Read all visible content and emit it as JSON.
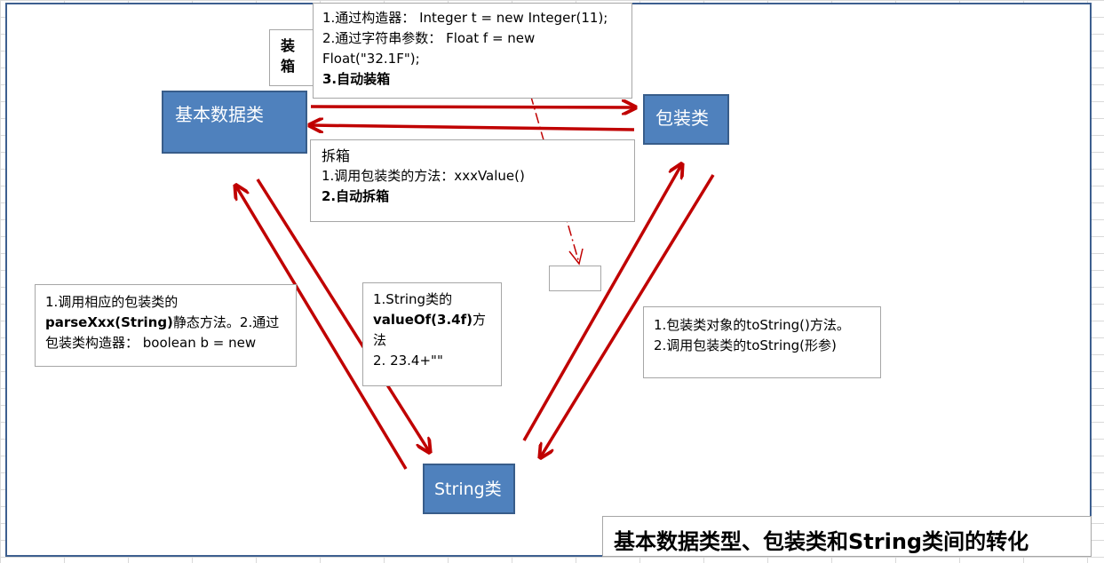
{
  "diagram": {
    "nodes": {
      "primitive": "基本数据类",
      "wrapper": "包装类",
      "string": "String类"
    },
    "boxing": {
      "label": "装箱",
      "label_chars": [
        "装",
        "箱"
      ],
      "lines": [
        "1.通过构造器：  Integer t = new Integer(11);",
        "2.通过字符串参数：  Float f = new",
        "Float(\"32.1F\");",
        "3.自动装箱"
      ]
    },
    "unboxing": {
      "lines": [
        "拆箱",
        "1.调用包装类的方法：xxxValue()",
        "2.自动拆箱"
      ]
    },
    "string_to_primitive": {
      "line1": "1.调用相应的包装类的",
      "line2_bold": "parseXxx(String)",
      "line2_rest": "静态方法。2.通过",
      "line3": "包装类构造器：  boolean b = new"
    },
    "primitive_to_string": {
      "line1": "1.String类的",
      "line2_bold": "valueOf(3.4f)",
      "line2_rest": "方",
      "line3": "法",
      "line4": "2. 23.4+\"\""
    },
    "wrapper_to_string": {
      "lines": [
        "1.包装类对象的toString()方法。",
        "2.调用包装类的toString(形参)"
      ]
    },
    "title": "基本数据类型、包装类和String类间的转化"
  },
  "colors": {
    "arrow": "#c00000",
    "node_fill": "#4f81bd",
    "node_border": "#385d8a"
  }
}
